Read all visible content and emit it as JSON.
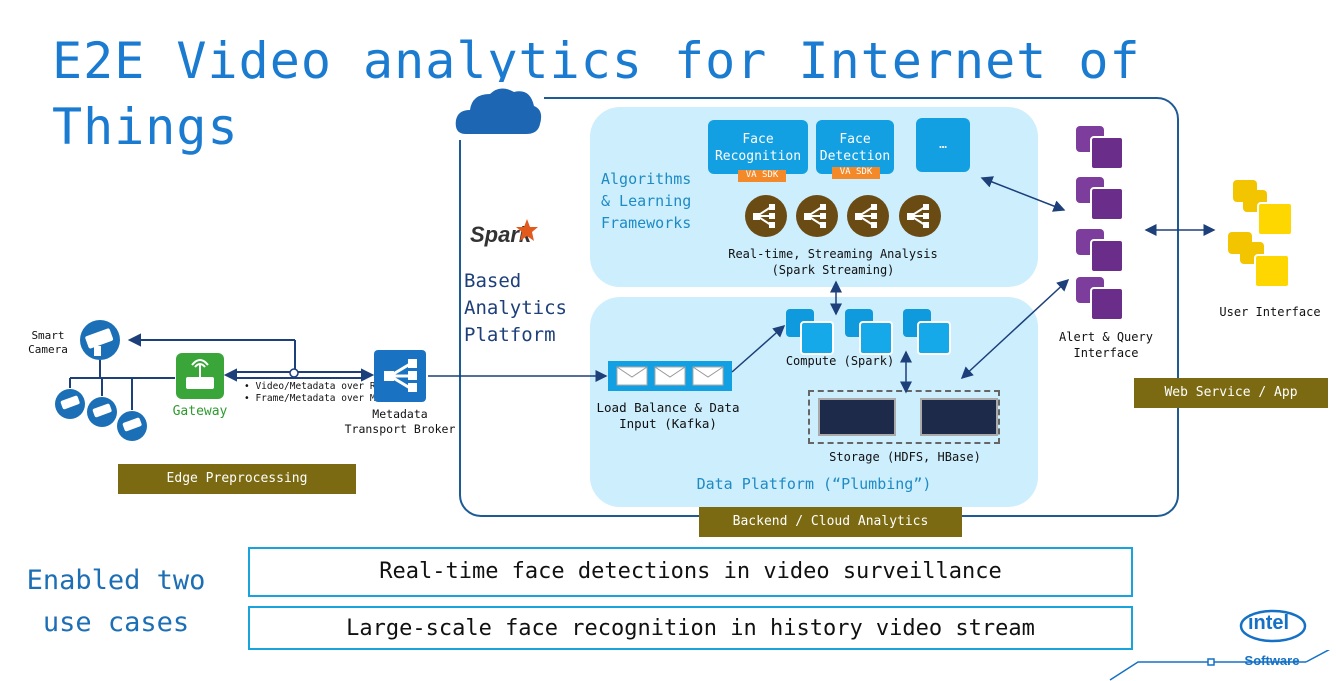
{
  "title": "E2E Video analytics for Internet of Things",
  "edge": {
    "smart_camera": "Smart\nCamera",
    "gateway": "Gateway",
    "protocols": [
      "Video/Metadata over RTSP",
      "Frame/Metadata over MQTT"
    ],
    "broker": "Metadata\nTransport Broker",
    "banner": "Edge Preprocessing"
  },
  "spark": {
    "logo_text": "Spark",
    "caption": "Based\nAnalytics\nPlatform"
  },
  "algorithms": {
    "panel_label": "Algorithms\n& Learning\nFrameworks",
    "boxes": [
      {
        "label": "Face\nRecognition",
        "badge": "VA SDK"
      },
      {
        "label": "Face\nDetection",
        "badge": "VA SDK"
      },
      {
        "label": "…",
        "badge": ""
      }
    ],
    "streaming": "Real-time, Streaming Analysis\n(Spark Streaming)"
  },
  "data_platform": {
    "load_balance": "Load Balance & Data\nInput (Kafka)",
    "compute": "Compute (Spark)",
    "storage": "Storage (HDFS, HBase)",
    "panel_label": "Data Platform (“Plumbing”)"
  },
  "backend_banner": "Backend / Cloud Analytics",
  "alert": "Alert & Query\nInterface",
  "user_interface": "User Interface",
  "web_banner": "Web Service / App",
  "use_cases": {
    "heading": "Enabled two\nuse cases",
    "items": [
      "Real-time face detections in video surveillance",
      "Large-scale face recognition in history video stream"
    ]
  },
  "brand": {
    "logo": "intel",
    "sub": "Software"
  },
  "colors": {
    "accent_blue": "#12a0e2",
    "frame_blue": "#1e5a94",
    "olive": "#7b6a11",
    "panel": "#cdeefd",
    "purple": "#7c3d9c",
    "yellow": "#f3c400"
  }
}
